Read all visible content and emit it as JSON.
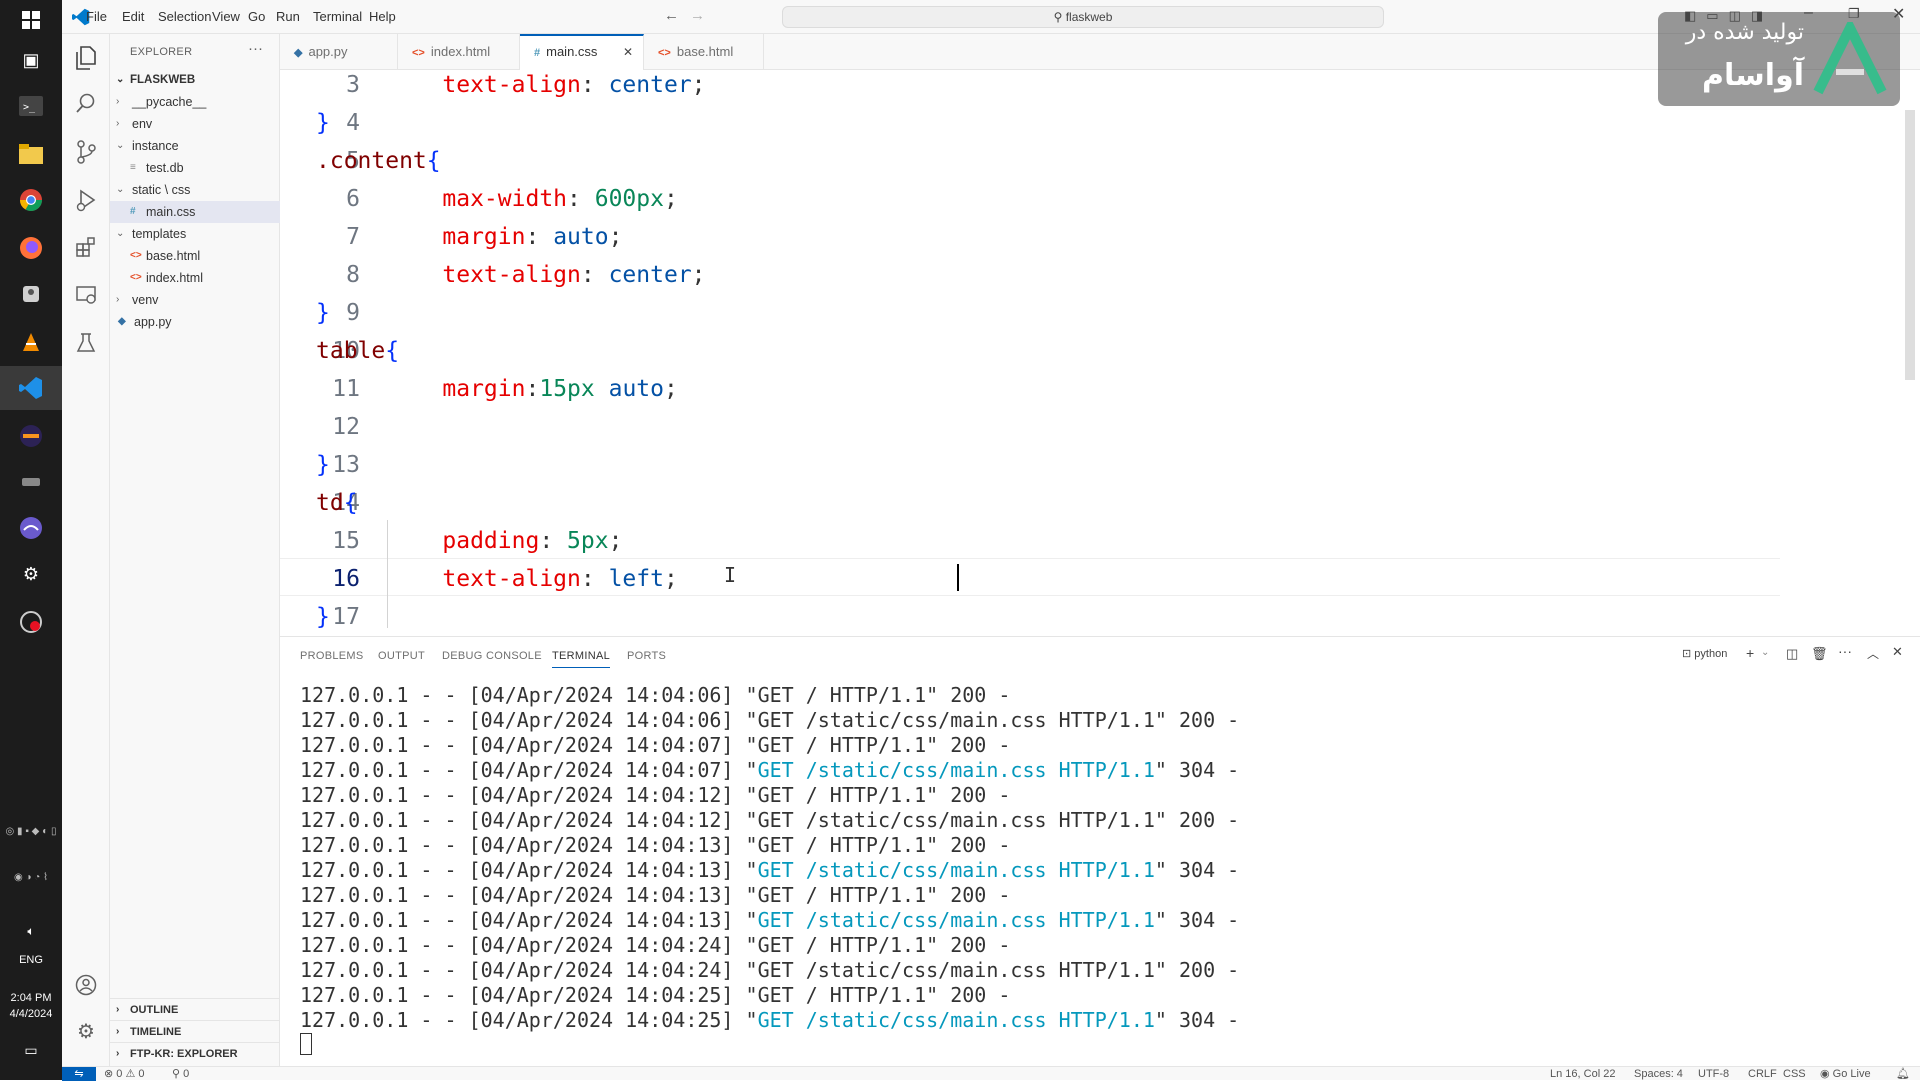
{
  "app": {
    "menu": [
      "File",
      "Edit",
      "Selection",
      "View",
      "Go",
      "Run",
      "Terminal",
      "Help"
    ],
    "command_center": "flaskweb"
  },
  "taskbar": {
    "language": "ENG",
    "time": "2:04 PM",
    "date": "4/4/2024"
  },
  "sidebar": {
    "title": "EXPLORER",
    "root": "FLASKWEB",
    "tree": [
      {
        "label": "__pycache__",
        "kind": "folder",
        "depth": 1,
        "expanded": false
      },
      {
        "label": "env",
        "kind": "folder",
        "depth": 1,
        "expanded": false
      },
      {
        "label": "instance",
        "kind": "folder",
        "depth": 1,
        "expanded": true
      },
      {
        "label": "test.db",
        "kind": "file",
        "depth": 2
      },
      {
        "label": "static \\ css",
        "kind": "folder",
        "depth": 1,
        "expanded": true
      },
      {
        "label": "main.css",
        "kind": "css",
        "depth": 2,
        "selected": true
      },
      {
        "label": "templates",
        "kind": "folder",
        "depth": 1,
        "expanded": true
      },
      {
        "label": "base.html",
        "kind": "html",
        "depth": 2
      },
      {
        "label": "index.html",
        "kind": "html",
        "depth": 2
      },
      {
        "label": "venv",
        "kind": "folder",
        "depth": 1,
        "expanded": false
      },
      {
        "label": "app.py",
        "kind": "py",
        "depth": 1
      }
    ],
    "sections": [
      "OUTLINE",
      "TIMELINE",
      "FTP-KR: EXPLORER"
    ]
  },
  "tabs": [
    {
      "label": "app.py",
      "icon": "python-icon",
      "active": false
    },
    {
      "label": "index.html",
      "icon": "html-icon",
      "active": false
    },
    {
      "label": "main.css",
      "icon": "css-icon",
      "active": true
    },
    {
      "label": "base.html",
      "icon": "html-icon",
      "active": false
    }
  ],
  "editor": {
    "current_line": 16,
    "lines": [
      {
        "n": "3",
        "tokens": [
          [
            "    ",
            "punc"
          ],
          [
            "text-align",
            "prop"
          ],
          [
            ": ",
            "punc"
          ],
          [
            "center",
            "val"
          ],
          [
            ";",
            "punc"
          ]
        ]
      },
      {
        "n": "4",
        "tokens": [
          [
            "}",
            "brace"
          ]
        ]
      },
      {
        "n": "5",
        "tokens": [
          [
            ".content",
            "sel"
          ],
          [
            "{",
            "brace"
          ]
        ]
      },
      {
        "n": "6",
        "tokens": [
          [
            "    ",
            "punc"
          ],
          [
            "max-width",
            "prop"
          ],
          [
            ": ",
            "punc"
          ],
          [
            "600px",
            "num"
          ],
          [
            ";",
            "punc"
          ]
        ]
      },
      {
        "n": "7",
        "tokens": [
          [
            "    ",
            "punc"
          ],
          [
            "margin",
            "prop"
          ],
          [
            ": ",
            "punc"
          ],
          [
            "auto",
            "val"
          ],
          [
            ";",
            "punc"
          ]
        ]
      },
      {
        "n": "8",
        "tokens": [
          [
            "    ",
            "punc"
          ],
          [
            "text-align",
            "prop"
          ],
          [
            ": ",
            "punc"
          ],
          [
            "center",
            "val"
          ],
          [
            ";",
            "punc"
          ]
        ]
      },
      {
        "n": "9",
        "tokens": [
          [
            "}",
            "brace"
          ]
        ]
      },
      {
        "n": "10",
        "tokens": [
          [
            "table",
            "sel"
          ],
          [
            "{",
            "brace"
          ]
        ]
      },
      {
        "n": "11",
        "tokens": [
          [
            "    ",
            "punc"
          ],
          [
            "margin",
            "prop"
          ],
          [
            ":",
            "punc"
          ],
          [
            "15px",
            "num"
          ],
          [
            " ",
            "punc"
          ],
          [
            "auto",
            "val"
          ],
          [
            ";",
            "punc"
          ]
        ]
      },
      {
        "n": "12",
        "tokens": []
      },
      {
        "n": "13",
        "tokens": [
          [
            "}",
            "brace"
          ]
        ]
      },
      {
        "n": "14",
        "tokens": [
          [
            "td",
            "sel"
          ],
          [
            "{",
            "brace"
          ]
        ]
      },
      {
        "n": "15",
        "tokens": [
          [
            "    ",
            "punc"
          ],
          [
            "padding",
            "prop"
          ],
          [
            ": ",
            "punc"
          ],
          [
            "5px",
            "num"
          ],
          [
            ";",
            "punc"
          ]
        ]
      },
      {
        "n": "16",
        "tokens": [
          [
            "    ",
            "punc"
          ],
          [
            "text-align",
            "prop"
          ],
          [
            ": ",
            "punc"
          ],
          [
            "left",
            "val"
          ],
          [
            ";",
            "punc"
          ]
        ]
      },
      {
        "n": "17",
        "tokens": [
          [
            "}",
            "brace"
          ]
        ]
      }
    ]
  },
  "panel": {
    "tabs": [
      "PROBLEMS",
      "OUTPUT",
      "DEBUG CONSOLE",
      "TERMINAL",
      "PORTS"
    ],
    "active_tab": "TERMINAL",
    "shell": "python",
    "terminal_lines": [
      {
        "pre": "127.0.0.1 - - [04/Apr/2024 14:04:06] \"",
        "req": "GET / HTTP/1.1",
        "post": "\" 200 -",
        "hl": false
      },
      {
        "pre": "127.0.0.1 - - [04/Apr/2024 14:04:06] \"",
        "req": "GET /static/css/main.css HTTP/1.1",
        "post": "\" 200 -",
        "hl": false
      },
      {
        "pre": "127.0.0.1 - - [04/Apr/2024 14:04:07] \"",
        "req": "GET / HTTP/1.1",
        "post": "\" 200 -",
        "hl": false
      },
      {
        "pre": "127.0.0.1 - - [04/Apr/2024 14:04:07] \"",
        "req": "GET /static/css/main.css HTTP/1.1",
        "post": "\" 304 -",
        "hl": true
      },
      {
        "pre": "127.0.0.1 - - [04/Apr/2024 14:04:12] \"",
        "req": "GET / HTTP/1.1",
        "post": "\" 200 -",
        "hl": false
      },
      {
        "pre": "127.0.0.1 - - [04/Apr/2024 14:04:12] \"",
        "req": "GET /static/css/main.css HTTP/1.1",
        "post": "\" 200 -",
        "hl": false
      },
      {
        "pre": "127.0.0.1 - - [04/Apr/2024 14:04:13] \"",
        "req": "GET / HTTP/1.1",
        "post": "\" 200 -",
        "hl": false
      },
      {
        "pre": "127.0.0.1 - - [04/Apr/2024 14:04:13] \"",
        "req": "GET /static/css/main.css HTTP/1.1",
        "post": "\" 304 -",
        "hl": true
      },
      {
        "pre": "127.0.0.1 - - [04/Apr/2024 14:04:13] \"",
        "req": "GET / HTTP/1.1",
        "post": "\" 200 -",
        "hl": false
      },
      {
        "pre": "127.0.0.1 - - [04/Apr/2024 14:04:13] \"",
        "req": "GET /static/css/main.css HTTP/1.1",
        "post": "\" 304 -",
        "hl": true
      },
      {
        "pre": "127.0.0.1 - - [04/Apr/2024 14:04:24] \"",
        "req": "GET / HTTP/1.1",
        "post": "\" 200 -",
        "hl": false
      },
      {
        "pre": "127.0.0.1 - - [04/Apr/2024 14:04:24] \"",
        "req": "GET /static/css/main.css HTTP/1.1",
        "post": "\" 200 -",
        "hl": false
      },
      {
        "pre": "127.0.0.1 - - [04/Apr/2024 14:04:25] \"",
        "req": "GET / HTTP/1.1",
        "post": "\" 200 -",
        "hl": false
      },
      {
        "pre": "127.0.0.1 - - [04/Apr/2024 14:04:25] \"",
        "req": "GET /static/css/main.css HTTP/1.1",
        "post": "\" 304 -",
        "hl": true
      }
    ]
  },
  "statusbar": {
    "problems": "⊗ 0 ⚠ 0",
    "ports": "⚲ 0",
    "position": "Ln 16, Col 22",
    "spaces": "Spaces: 4",
    "encoding": "UTF-8",
    "eol": "CRLF",
    "language": "CSS",
    "golive": "Go Live"
  },
  "watermark": {
    "line1": "تولید شده در",
    "line2": "آواسام"
  },
  "colors": {
    "accent": "#005fb8",
    "selector": "#800000",
    "property": "#e50000",
    "value": "#0451a5",
    "number": "#098658",
    "terminal_highlight": "#0598bc"
  }
}
